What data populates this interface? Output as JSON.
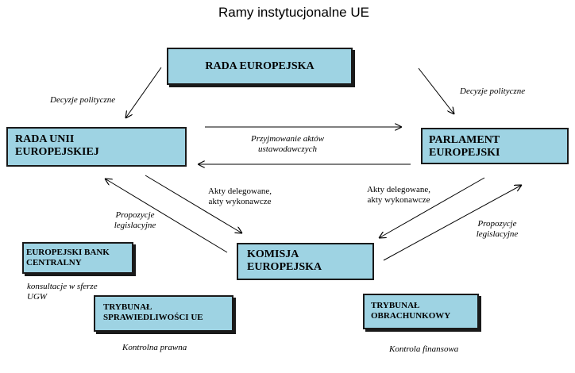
{
  "title": "Ramy instytucjonalne UE",
  "colors": {
    "box_fill": "#9ed3e3",
    "box_border": "#1a1a1a",
    "arrow": "#000000"
  },
  "boxes": {
    "rada_europejska": "RADA EUROPEJSKA",
    "rada_unii_line1": "RADA UNII",
    "rada_unii_line2": "EUROPEJSKIEJ",
    "parlament_line1": "PARLAMENT",
    "parlament_line2": "EUROPEJSKI",
    "komisja_line1": "KOMISJA",
    "komisja_line2": "EUROPEJSKA",
    "ebc_line1": "EUROPEJSKI BANK",
    "ebc_line2": "CENTRALNY",
    "tsue_line1": "TRYBUNAŁ",
    "tsue_line2": "SPRAWIEDLIWOŚCI UE",
    "obrachunkowy_line1": "TRYBUNAŁ",
    "obrachunkowy_line2": "OBRACHUNKOWY"
  },
  "labels": {
    "decyzje_left": "Decyzje polityczne",
    "decyzje_right": "Decyzje polityczne",
    "przyjmowanie_line1": "Przyjmowanie aktów",
    "przyjmowanie_line2": "ustawodawczych",
    "akty_left_line1": "Akty delegowane,",
    "akty_left_line2": "akty wykonawcze",
    "akty_right_line1": "Akty delegowane,",
    "akty_right_line2": "akty wykonawcze",
    "propozycje_left_line1": "Propozycje",
    "propozycje_left_line2": "legislacyjne",
    "propozycje_right_line1": "Propozycje",
    "propozycje_right_line2": "legislacyjne",
    "konsultacje_line1": "konsultacje w sferze",
    "konsultacje_line2": "UGW",
    "kontrolna_prawna": "Kontrolna prawna",
    "kontrola_finansowa": "Kontrola finansowa"
  }
}
